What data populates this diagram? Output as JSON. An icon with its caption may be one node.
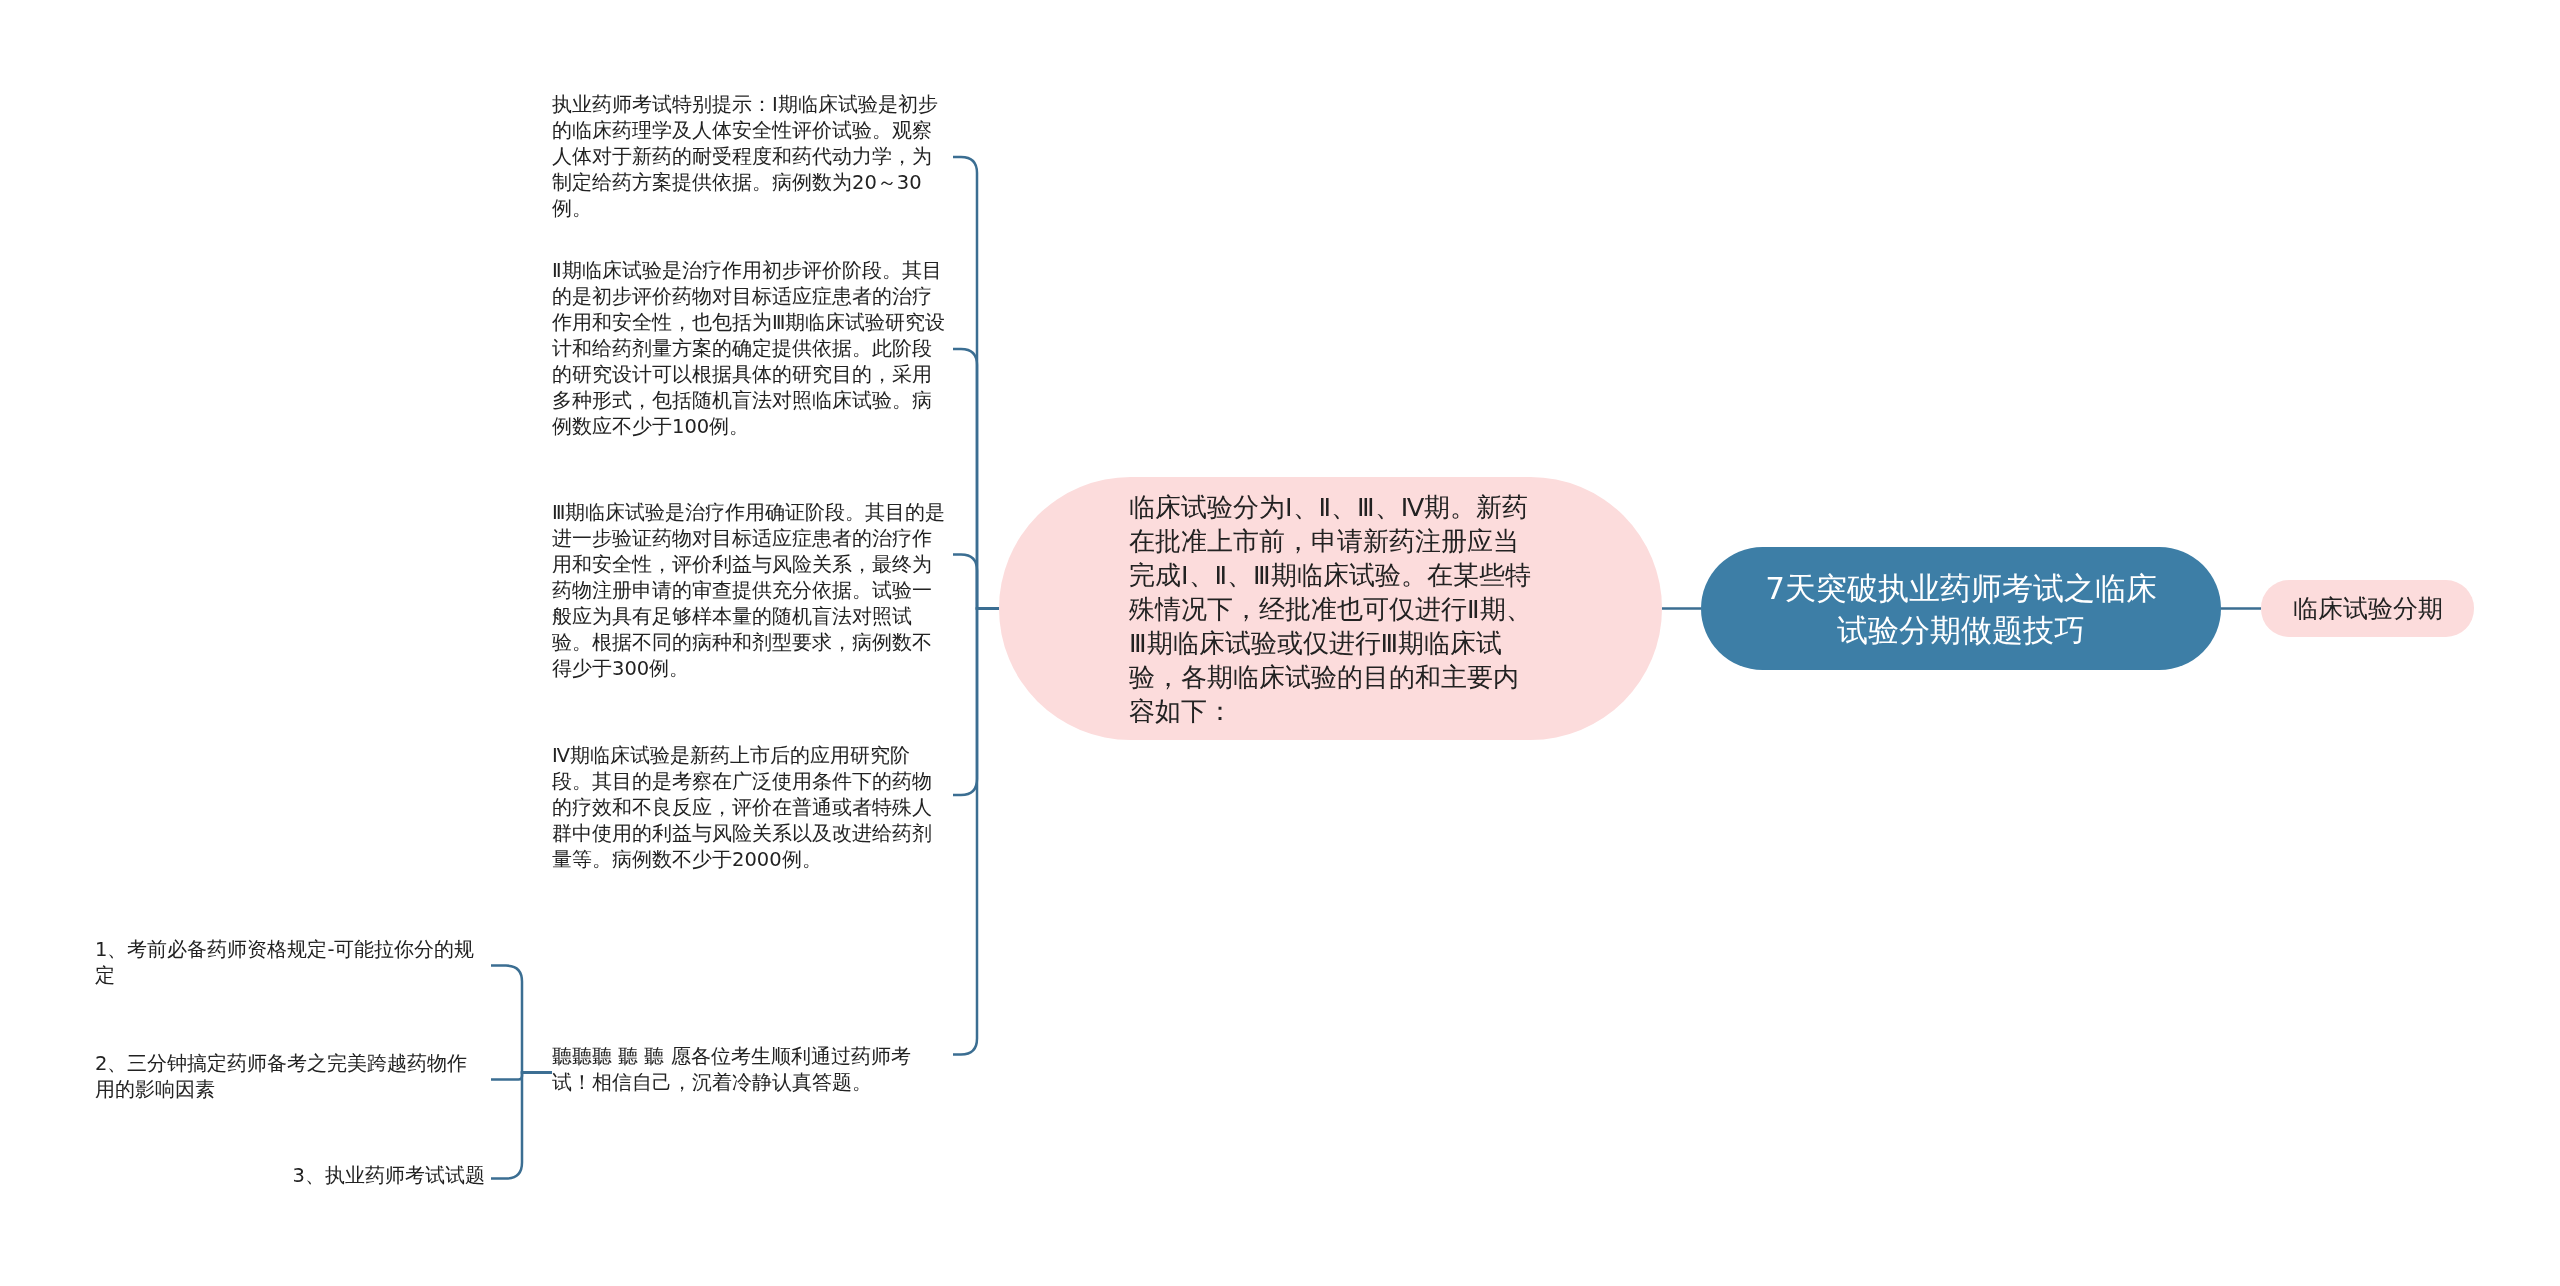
{
  "diagram": {
    "nodes": [
      {
        "text": [
          "7天突破执业药师考试之临床试验分期做题技巧"
        ]
      },
      {
        "text": [
          "临床试验分期"
        ]
      },
      {
        "text": [
          "临床试验分为Ⅰ、Ⅱ、Ⅲ、Ⅳ期。新药在批准上市前，申请新药注册应当完成Ⅰ、Ⅱ、Ⅲ期临床试验。在某些特殊情况下，经批准也可仅进行Ⅱ期、Ⅲ期临床试验或仅进行Ⅲ期临床试验，各期临床试验的目的和主要内容如下："
        ]
      },
      {
        "text": [
          "执业药师考试特别提示：Ⅰ期临床试验是初步的临床药理学及人体安全性评价试验。观察人体对于新药的耐受程度和药代动力学，为制定给药方案提供依据。病例数为20～30例。"
        ]
      },
      {
        "text": [
          "Ⅱ期临床试验是治疗作用初步评价阶段。其目的是初步评价药物对目标适应症患者的治疗作用和安全性，也包括为Ⅲ期临床试验研究设计和给药剂量方案的确定提供依据。此阶段的研究设计可以根据具体的研究目的，采用多种形式，包括随机盲法对照临床试验。病例数应不少于100例。"
        ]
      },
      {
        "text": [
          "Ⅲ期临床试验是治疗作用确证阶段。其目的是进一步验证药物对目标适应症患者的治疗作用和安全性，评价利益与风险关系，最终为药物注册申请的审查提供充分依据。试验一般应为具有足够样本量的随机盲法对照试验。根据不同的病种和剂型要求，病例数不得少于300例。"
        ]
      },
      {
        "text": [
          "Ⅳ期临床试验是新药上市后的应用研究阶段。其目的是考察在广泛使用条件下的药物的疗效和不良反应，评价在普通或者特殊人群中使用的利益与风险关系以及改进给药剂量等。病例数不少于2000例。"
        ]
      },
      {
        "text": [
          "聽聽聽 聽 聽 愿各位考生顺利通过药师考试！相信自己，沉着冷静认真答题。"
        ]
      },
      {
        "text": [
          "1、考前必备药师资格规定-可能拉你分的规定"
        ]
      },
      {
        "text": [
          "2、三分钟搞定药师备考之完美跨越药物作用的影响因素"
        ]
      },
      {
        "text": [
          "3、执业药师考试试题"
        ]
      }
    ],
    "edges": [
      {
        "from": 0,
        "to": 1,
        "arrow": "none"
      },
      {
        "from": 0,
        "to": 2,
        "arrow": "none"
      },
      {
        "from": 2,
        "to": 3,
        "arrow": "none"
      },
      {
        "from": 2,
        "to": 4,
        "arrow": "none"
      },
      {
        "from": 2,
        "to": 5,
        "arrow": "none"
      },
      {
        "from": 2,
        "to": 6,
        "arrow": "none"
      },
      {
        "from": 2,
        "to": 7,
        "arrow": "none"
      },
      {
        "from": 7,
        "to": 8,
        "arrow": "none"
      },
      {
        "from": 7,
        "to": 9,
        "arrow": "none"
      },
      {
        "from": 7,
        "to": 10,
        "arrow": "none"
      }
    ]
  }
}
